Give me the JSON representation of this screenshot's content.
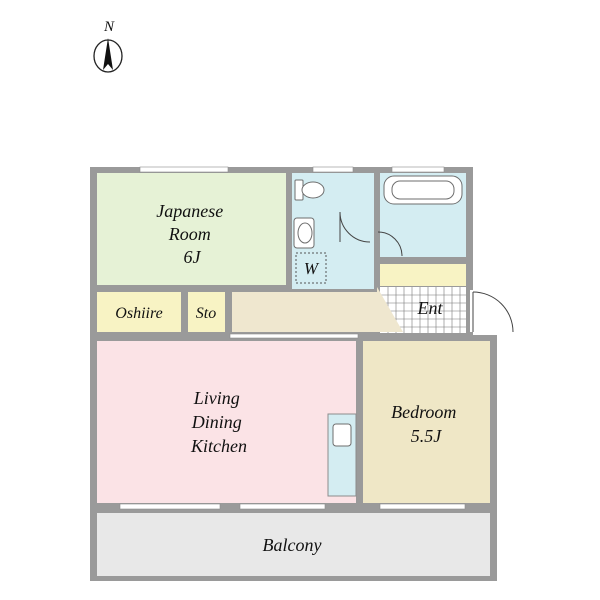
{
  "compass": {
    "label": "N",
    "icon": "north-arrow-icon"
  },
  "rooms": {
    "japanese_room": {
      "lines": [
        "Japanese",
        "Room",
        "6J"
      ],
      "color": "#e6f2d6"
    },
    "oshiire": {
      "label": "Oshiire",
      "color": "#f8f3c4"
    },
    "storage": {
      "label": "Sto",
      "color": "#f8f3c4"
    },
    "wc_area": {
      "label": "W",
      "color": "#d4edf2"
    },
    "entrance": {
      "label": "Ent"
    },
    "ldk": {
      "lines": [
        "Living",
        "Dining",
        "Kitchen"
      ],
      "color": "#fbe3e6"
    },
    "bedroom": {
      "lines": [
        "Bedroom",
        "5.5J"
      ],
      "color": "#efe7c6"
    },
    "balcony": {
      "label": "Balcony",
      "color": "#e8e8e8"
    },
    "hallway": {
      "color": "#efe7cf"
    }
  },
  "colors": {
    "wall": "#8c8c8c",
    "fixture_stroke": "#6e6e6e"
  }
}
